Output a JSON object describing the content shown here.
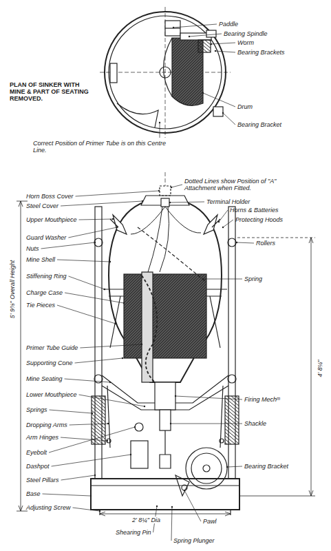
{
  "diagram": {
    "labels": [
      "Paddle",
      "Bearing Spindle",
      "Worm",
      "Bearing Brackets",
      "Drum",
      "Bearing Bracket",
      "PLAN OF SINKER WITH MINE & PART OF SEATING REMOVED.",
      "Correct Position of Primer Tube is on this Centre Line.",
      "Horn Boss Cover",
      "Dotted Lines show Position of \"A\" Attachment when Fitted.",
      "Steel Cover",
      "Terminal Holder",
      "Upper Mouthpiece",
      "Horns & Batteries",
      "Protecting Hoods",
      "Guard Washer",
      "Nuts",
      "Rollers",
      "Mine Shell",
      "Spring",
      "Stiffening Ring",
      "Charge Case",
      "Tie Pieces",
      "5' 9⅜\" Overall Height",
      "4' 8¼\"",
      "Primer Tube Guide",
      "Supporting Cone",
      "Mine Seating",
      "Lower Mouthpiece",
      "Springs",
      "Firing Mechᵐ",
      "Dropping Arms",
      "Shackle",
      "Arm Hinges",
      "Eyebolt",
      "Dashpot",
      "Bearing Bracket",
      "Steel Pillars",
      "Base",
      "Adjusting Screw",
      "Pawl",
      "2' 8¼\" Dia",
      "Shearing Pin",
      "Spring Plunger"
    ]
  }
}
